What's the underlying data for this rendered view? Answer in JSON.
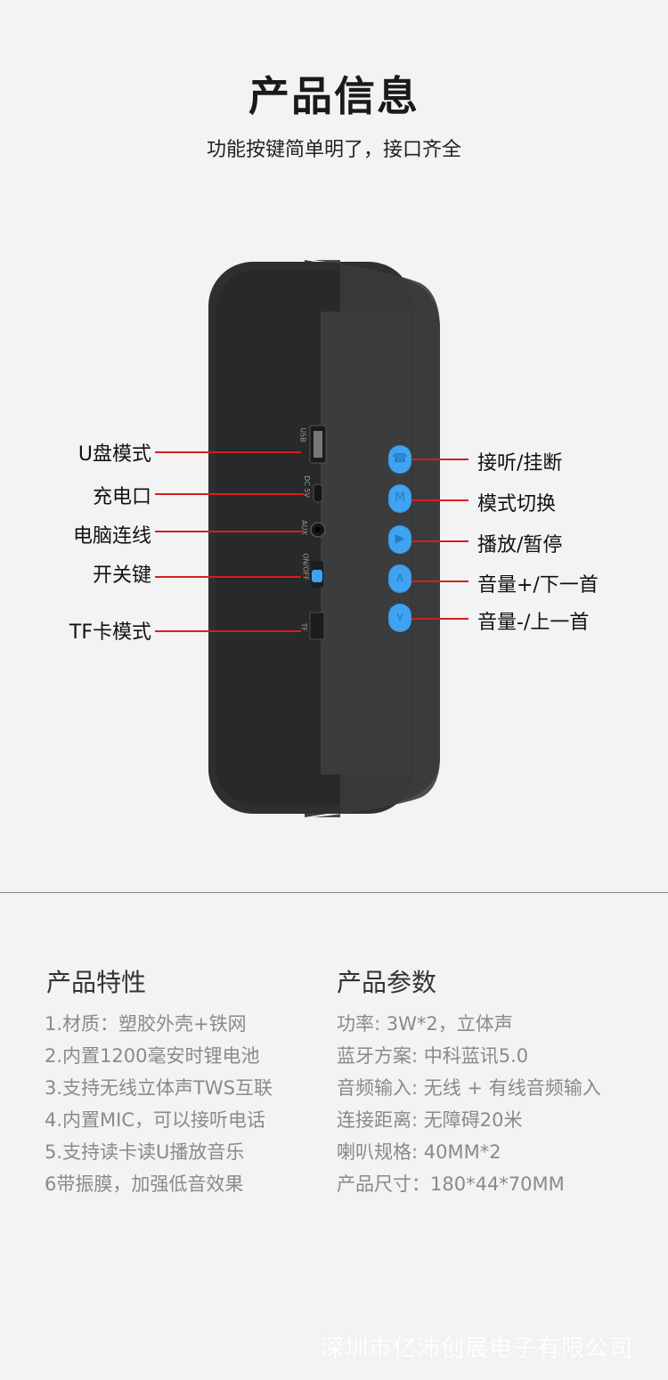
{
  "header": {
    "title": "产品信息",
    "subtitle": "功能按键简单明了，接口齐全"
  },
  "device": {
    "left_labels": [
      "U盘模式",
      "充电口",
      "电脑连线",
      "开关键",
      "TF卡模式"
    ],
    "right_labels": [
      "接听/挂断",
      "模式切换",
      "播放/暂停",
      "音量+/下一首",
      "音量-/上一首"
    ],
    "port_labels": [
      "USB",
      "DC 5V",
      "AUX",
      "ON/OFF",
      "TF"
    ],
    "line_color": "#d81e1e",
    "button_color": "#3fa3f2"
  },
  "features": {
    "title": "产品特性",
    "items": [
      "1.材质：塑胶外壳+铁网",
      "2.内置1200毫安时锂电池",
      "3.支持无线立体声TWS互联",
      "4.内置MIC，可以接听电话",
      "5.支持读卡读U播放音乐",
      "6带振膜，加强低音效果"
    ]
  },
  "params": {
    "title": "产品参数",
    "items": [
      "功率: 3W*2，立体声",
      "蓝牙方案: 中科蓝讯5.0",
      "音频输入: 无线 + 有线音频输入",
      "连接距离: 无障碍20米",
      "喇叭规格: 40MM*2",
      "产品尺寸：180*44*70MM"
    ]
  },
  "watermark": "深圳市亿沛创展电子有限公司"
}
